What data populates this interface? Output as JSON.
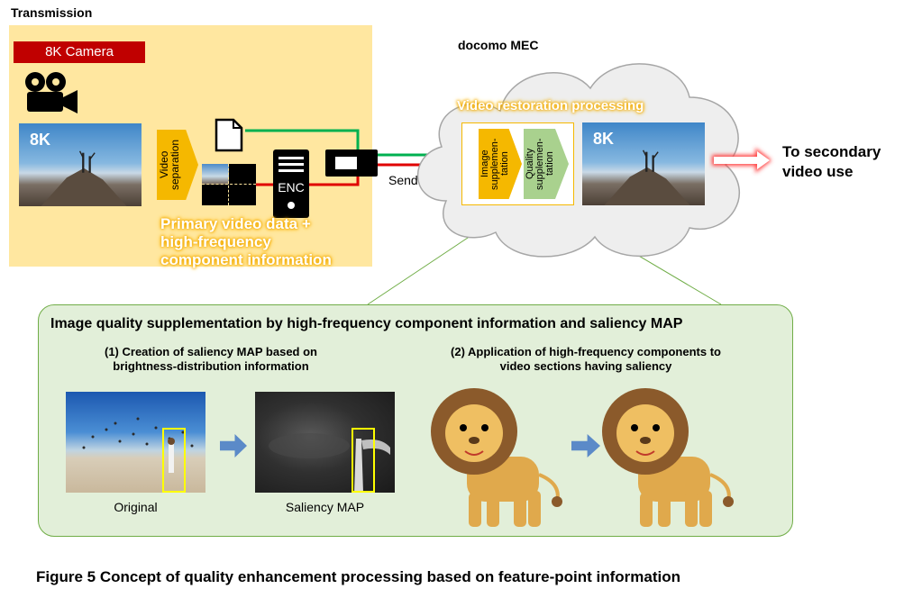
{
  "transmission": {
    "label": "Transmission",
    "camera_label": "8K Camera",
    "photo_label": "8K",
    "separation_label": "Video separation",
    "enc_label": "ENC",
    "primary_text_lines": [
      "Primary video data +",
      "high-frequency",
      "component information"
    ],
    "send_label": "Send"
  },
  "mec": {
    "label": "docomo MEC",
    "restore_label": "Video restoration processing",
    "image_sup_label": "Image supplemen-tation",
    "quality_sup_label": "Quality supplemen-tation",
    "photo_label": "8K"
  },
  "output_lines": [
    "To secondary",
    "video use"
  ],
  "detail": {
    "title": "Image quality supplementation by high-frequency component information and saliency MAP",
    "step1_lines": [
      "(1) Creation of saliency MAP based on",
      "brightness-distribution information"
    ],
    "step2_lines": [
      "(2) Application of high-frequency components to",
      "video sections having saliency"
    ],
    "original_label": "Original",
    "saliency_label": "Saliency MAP"
  },
  "caption": "Figure 5  Concept of quality enhancement processing based on feature-point information",
  "colors": {
    "panel_yellow": "#ffe7a0",
    "camera_red": "#c00000",
    "chevron_orange": "#f5b800",
    "chevron_green": "#a9d18e",
    "line_green": "#00b050",
    "line_red": "#e00000",
    "panel_green": "#e2efd9",
    "arrow_blue": "#5b8ac8"
  }
}
